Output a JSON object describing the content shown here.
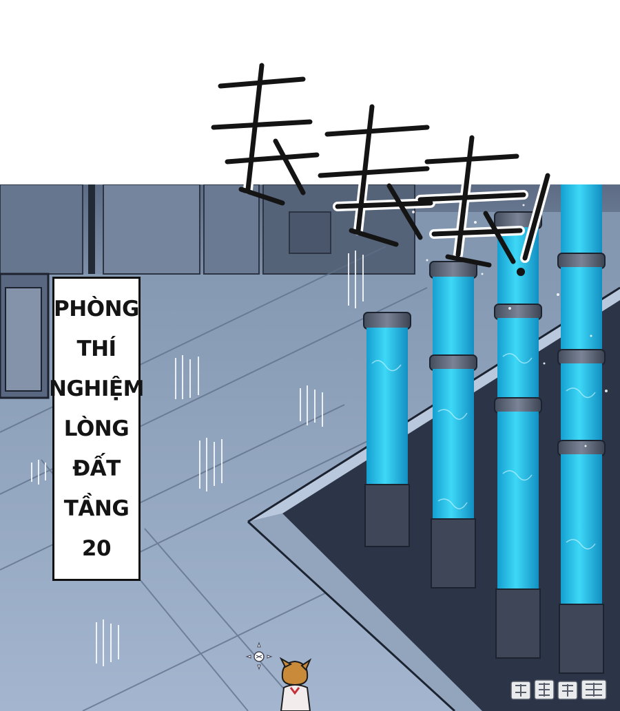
{
  "caption": {
    "lines": [
      "PHÒNG",
      "THÍ",
      "NGHIỆM",
      "LÒNG",
      "ĐẤT",
      "TẦNG",
      "20"
    ]
  },
  "sound_effect": {
    "glyphs": [
      "轰",
      "轰",
      "轰",
      "!"
    ],
    "rendered_as": "hand-drawn-brush-strokes"
  },
  "palette": {
    "floor": "#8ea3c0",
    "wall": "#6e7f99",
    "tank_liquid": "#28c6ee",
    "tank_cap": "#5c6577",
    "outline": "#111111"
  }
}
